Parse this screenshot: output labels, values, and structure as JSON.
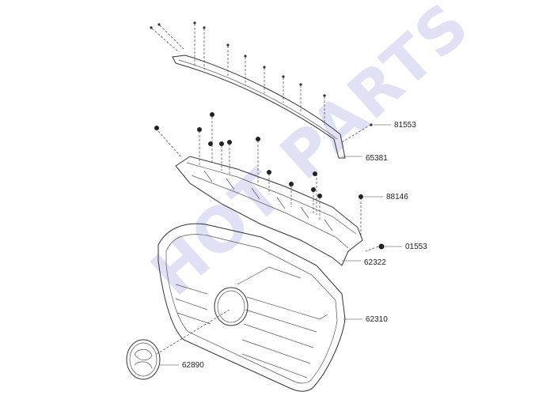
{
  "watermark": {
    "text": "HOT PARTS",
    "color": "#c8c9ee"
  },
  "parts": [
    {
      "id": "p81553",
      "label": "81553"
    },
    {
      "id": "p65381",
      "label": "65381"
    },
    {
      "id": "p88146",
      "label": "88146"
    },
    {
      "id": "p01553",
      "label": "01553"
    },
    {
      "id": "p62322",
      "label": "62322"
    },
    {
      "id": "p62310",
      "label": "62310"
    },
    {
      "id": "p62890",
      "label": "62890"
    }
  ]
}
